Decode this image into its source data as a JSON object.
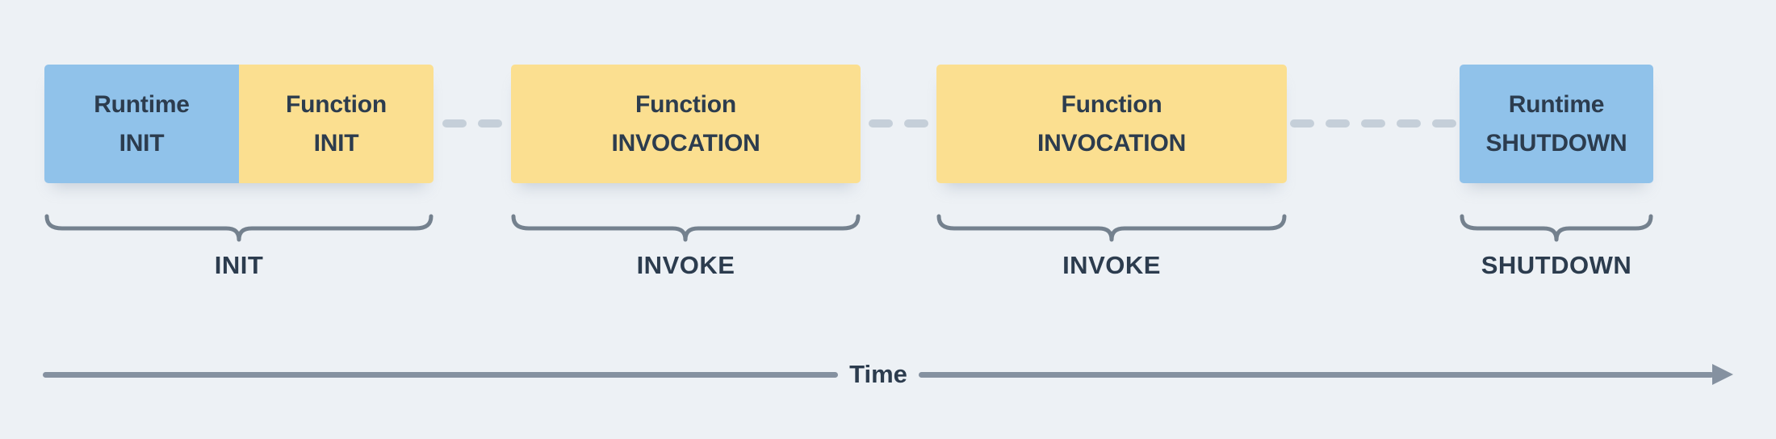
{
  "palette": {
    "background": "#edf1f5",
    "blue": "#90c2ea",
    "yellow": "#fbdf90",
    "text": "#2c3c4e",
    "dash": "#c5cfd9",
    "brace": "#74818e",
    "axis": "#8591a0"
  },
  "phases": [
    {
      "label": "INIT",
      "boxes": [
        {
          "type": "runtime",
          "color": "blue",
          "lines": [
            "Runtime",
            "INIT"
          ]
        },
        {
          "type": "function",
          "color": "yellow",
          "lines": [
            "Function",
            "INIT"
          ]
        }
      ]
    },
    {
      "label": "INVOKE",
      "boxes": [
        {
          "type": "function",
          "color": "yellow",
          "lines": [
            "Function",
            "INVOCATION"
          ]
        }
      ]
    },
    {
      "label": "INVOKE",
      "boxes": [
        {
          "type": "function",
          "color": "yellow",
          "lines": [
            "Function",
            "INVOCATION"
          ]
        }
      ]
    },
    {
      "label": "SHUTDOWN",
      "boxes": [
        {
          "type": "runtime",
          "color": "blue",
          "lines": [
            "Runtime",
            "SHUTDOWN"
          ]
        }
      ]
    }
  ],
  "axis": {
    "label": "Time"
  }
}
